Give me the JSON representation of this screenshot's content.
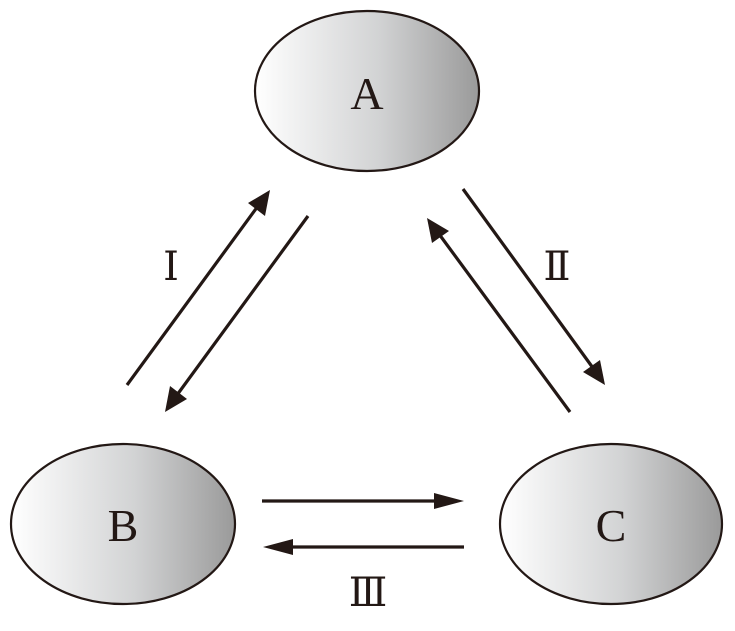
{
  "diagram": {
    "nodes": [
      {
        "id": "A",
        "label": "A"
      },
      {
        "id": "B",
        "label": "B"
      },
      {
        "id": "C",
        "label": "C"
      }
    ],
    "edges": [
      {
        "from": "B",
        "to": "A",
        "group": "I"
      },
      {
        "from": "A",
        "to": "B",
        "group": "I"
      },
      {
        "from": "A",
        "to": "C",
        "group": "II"
      },
      {
        "from": "C",
        "to": "A",
        "group": "II"
      },
      {
        "from": "B",
        "to": "C",
        "group": "III"
      },
      {
        "from": "C",
        "to": "B",
        "group": "III"
      }
    ],
    "process_labels": {
      "I": "Ⅰ",
      "II": "Ⅱ",
      "III": "Ⅲ"
    },
    "colors": {
      "stroke": "#231815",
      "fill_light": "#ffffff",
      "fill_dark": "#9a9a9a"
    }
  }
}
